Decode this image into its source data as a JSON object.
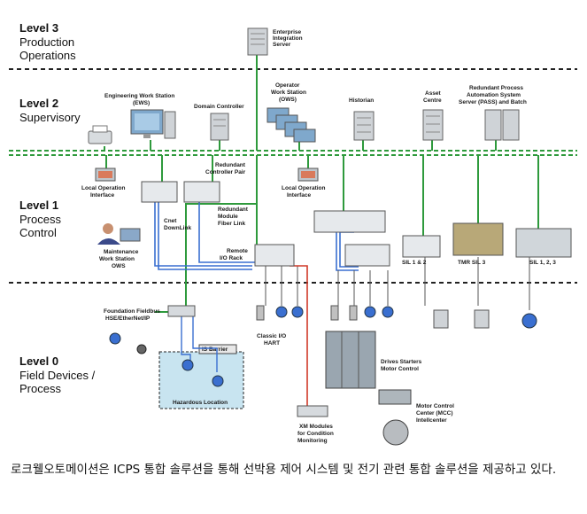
{
  "levels": {
    "l3": {
      "title": "Level 3",
      "line1": "Production",
      "line2": "Operations"
    },
    "l2": {
      "title": "Level 2",
      "line1": "Supervisory"
    },
    "l1": {
      "title": "Level 1",
      "line1": "Process",
      "line2": "Control"
    },
    "l0": {
      "title": "Level 0",
      "line1": "Field Devices /",
      "line2": "Process"
    }
  },
  "labels": {
    "enterprise": [
      "Enterprise",
      "Integration",
      "Server"
    ],
    "ews": [
      "Engineering Work Station",
      "(EWS)"
    ],
    "domain": [
      "Domain Controller"
    ],
    "ows": [
      "Operator",
      "Work Station",
      "(OWS)"
    ],
    "historian": [
      "Historian"
    ],
    "asset": [
      "Asset",
      "Centre"
    ],
    "pass": [
      "Redundant Process",
      "Automation System",
      "Server (PASS) and Batch"
    ],
    "local_op1": [
      "Local Operation",
      "Interface"
    ],
    "redundant_pair": [
      "Redundant",
      "Controller Pair"
    ],
    "local_op2": [
      "Local Operation",
      "Interface"
    ],
    "fiber": [
      "Redundant",
      "Module",
      "Fiber Link"
    ],
    "cnet": [
      "Cnet",
      "DownLink"
    ],
    "maint": [
      "Maintenance",
      "Work Station",
      "OWS"
    ],
    "remote_io": [
      "Remote",
      "I/O Rack"
    ],
    "sil12": [
      "SIL 1 & 2"
    ],
    "tmr": [
      "TMR SIL 3"
    ],
    "sil123": [
      "SIL 1, 2, 3"
    ],
    "ff": [
      "Foundation Fieldbus",
      "HSE/EtherNet/IP"
    ],
    "is_barrier": [
      "IS Barrier"
    ],
    "hazardous": [
      "Hazardous Location"
    ],
    "classic_io": [
      "Classic I/O",
      "HART"
    ],
    "drives": [
      "Drives Starters",
      "Motor Control"
    ],
    "mcc": [
      "Motor Control",
      "Center (MCC)",
      "Intellcenter"
    ],
    "xm": [
      "XM Modules",
      "for Condition",
      "Monitoring"
    ]
  },
  "caption": "로크웰오토메이션은 ICPS 통합 솔루션을 통해 선박용 제어 시스템 및 전기 관련 통합 솔루션을 제공하고 있다.",
  "colors": {
    "network": "#2e9a3c",
    "blue": "#3a6fd0",
    "red": "#d03a2a",
    "zone": "#c8e4f0"
  }
}
